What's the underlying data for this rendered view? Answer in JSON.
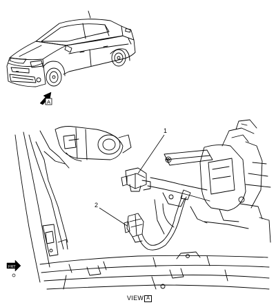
{
  "callouts": {
    "one": "1",
    "two": "2"
  },
  "view_marker": "A",
  "front_indicator": "FRT",
  "caption": {
    "text": "VIEW",
    "ref": "A"
  }
}
